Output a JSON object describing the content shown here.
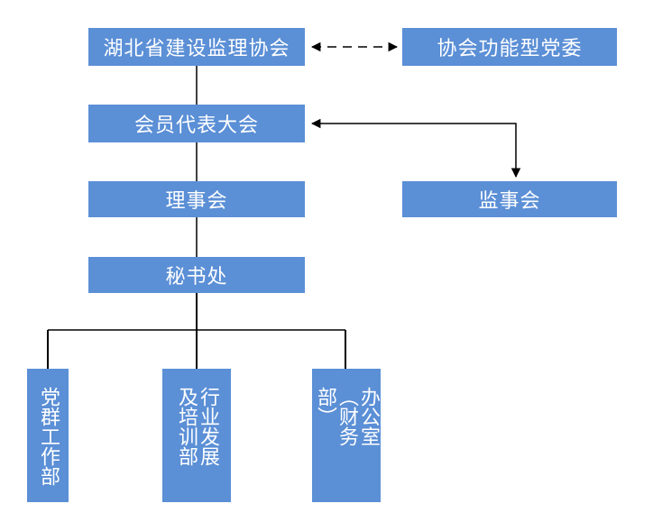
{
  "diagram": {
    "nodes": {
      "association": "湖北省建设监理协会",
      "party_committee": "协会功能型党委",
      "members_congress": "会员代表大会",
      "council": "理事会",
      "supervisory_board": "监事会",
      "secretariat": "秘书处"
    },
    "departments": [
      {
        "label": "党群工作部"
      },
      {
        "label": "行业发展及培训部"
      },
      {
        "label": "办公室（财务部）"
      }
    ],
    "colors": {
      "box_fill": "#5b8fd6",
      "box_text": "#ffffff",
      "connector": "#000000"
    }
  }
}
